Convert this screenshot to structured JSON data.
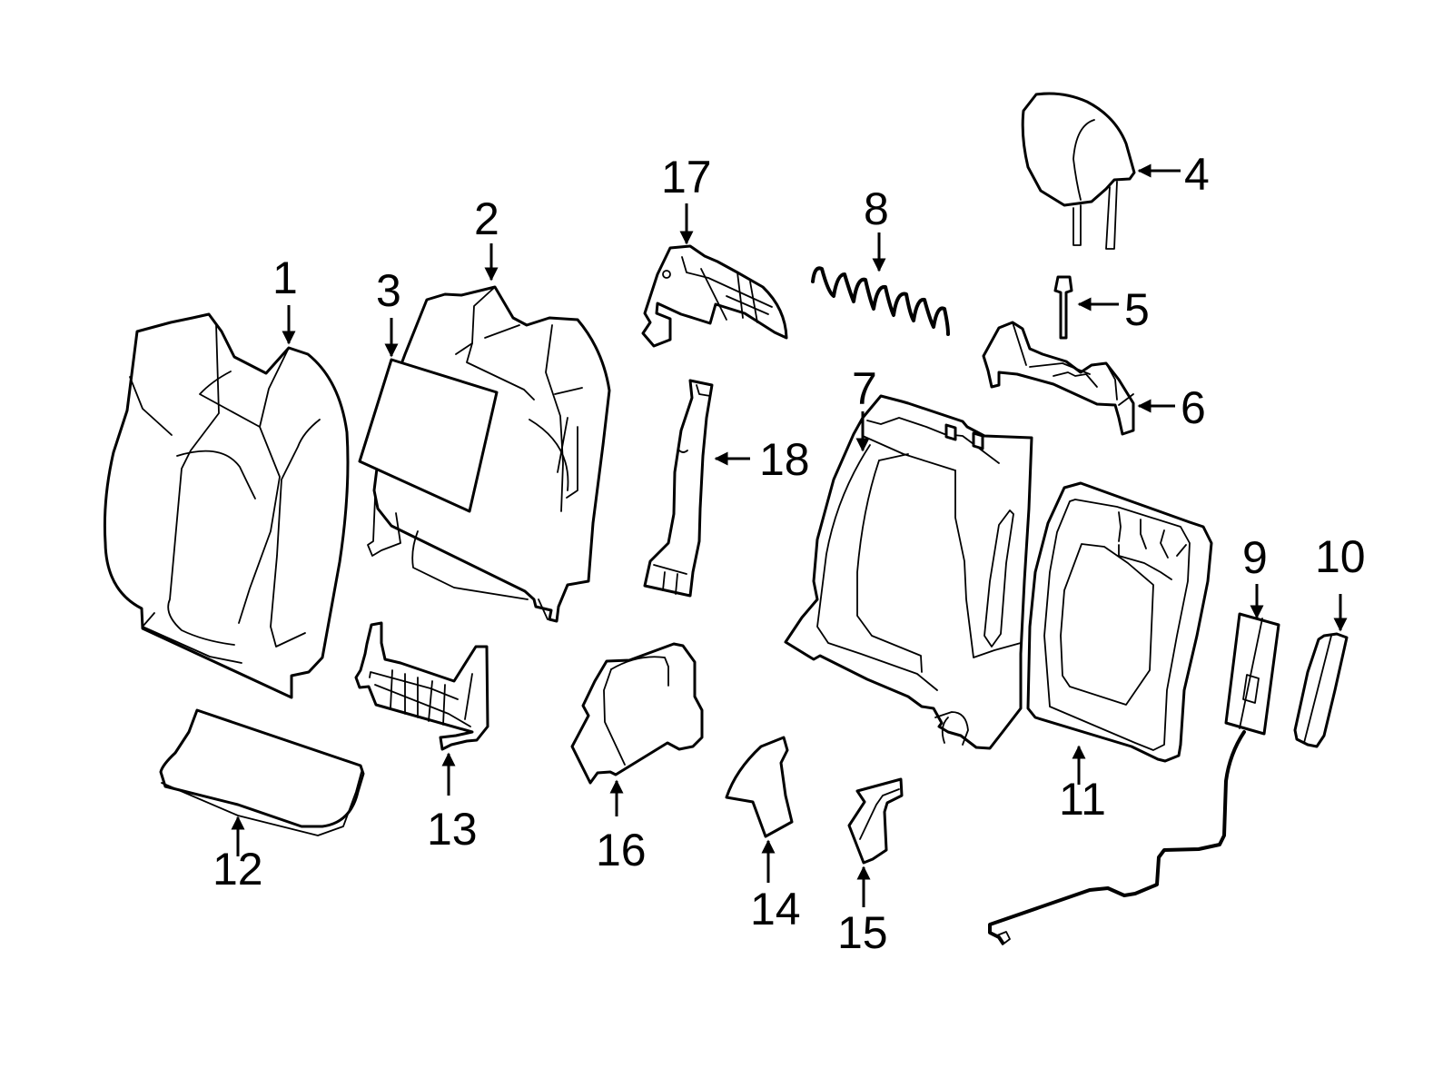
{
  "diagram": {
    "title": "Seat back assembly exploded view",
    "callouts": [
      {
        "id": "1",
        "label": "1",
        "part": "seat-back-cover"
      },
      {
        "id": "2",
        "label": "2",
        "part": "seat-back-cushion-pad"
      },
      {
        "id": "3",
        "label": "3",
        "part": "heater-element"
      },
      {
        "id": "4",
        "label": "4",
        "part": "headrest"
      },
      {
        "id": "5",
        "label": "5",
        "part": "headrest-guide"
      },
      {
        "id": "6",
        "label": "6",
        "part": "headrest-support"
      },
      {
        "id": "7",
        "label": "7",
        "part": "seat-back-frame"
      },
      {
        "id": "8",
        "label": "8",
        "part": "spring"
      },
      {
        "id": "9",
        "label": "9",
        "part": "side-airbag"
      },
      {
        "id": "10",
        "label": "10",
        "part": "airbag-cover"
      },
      {
        "id": "11",
        "label": "11",
        "part": "back-panel"
      },
      {
        "id": "12",
        "label": "12",
        "part": "lower-trim-panel"
      },
      {
        "id": "13",
        "label": "13",
        "part": "lumbar-support"
      },
      {
        "id": "14",
        "label": "14",
        "part": "side-trim"
      },
      {
        "id": "15",
        "label": "15",
        "part": "side-bracket"
      },
      {
        "id": "16",
        "label": "16",
        "part": "recliner-cover"
      },
      {
        "id": "17",
        "label": "17",
        "part": "lumbar-motor"
      },
      {
        "id": "18",
        "label": "18",
        "part": "side-bolster-trim"
      }
    ]
  }
}
